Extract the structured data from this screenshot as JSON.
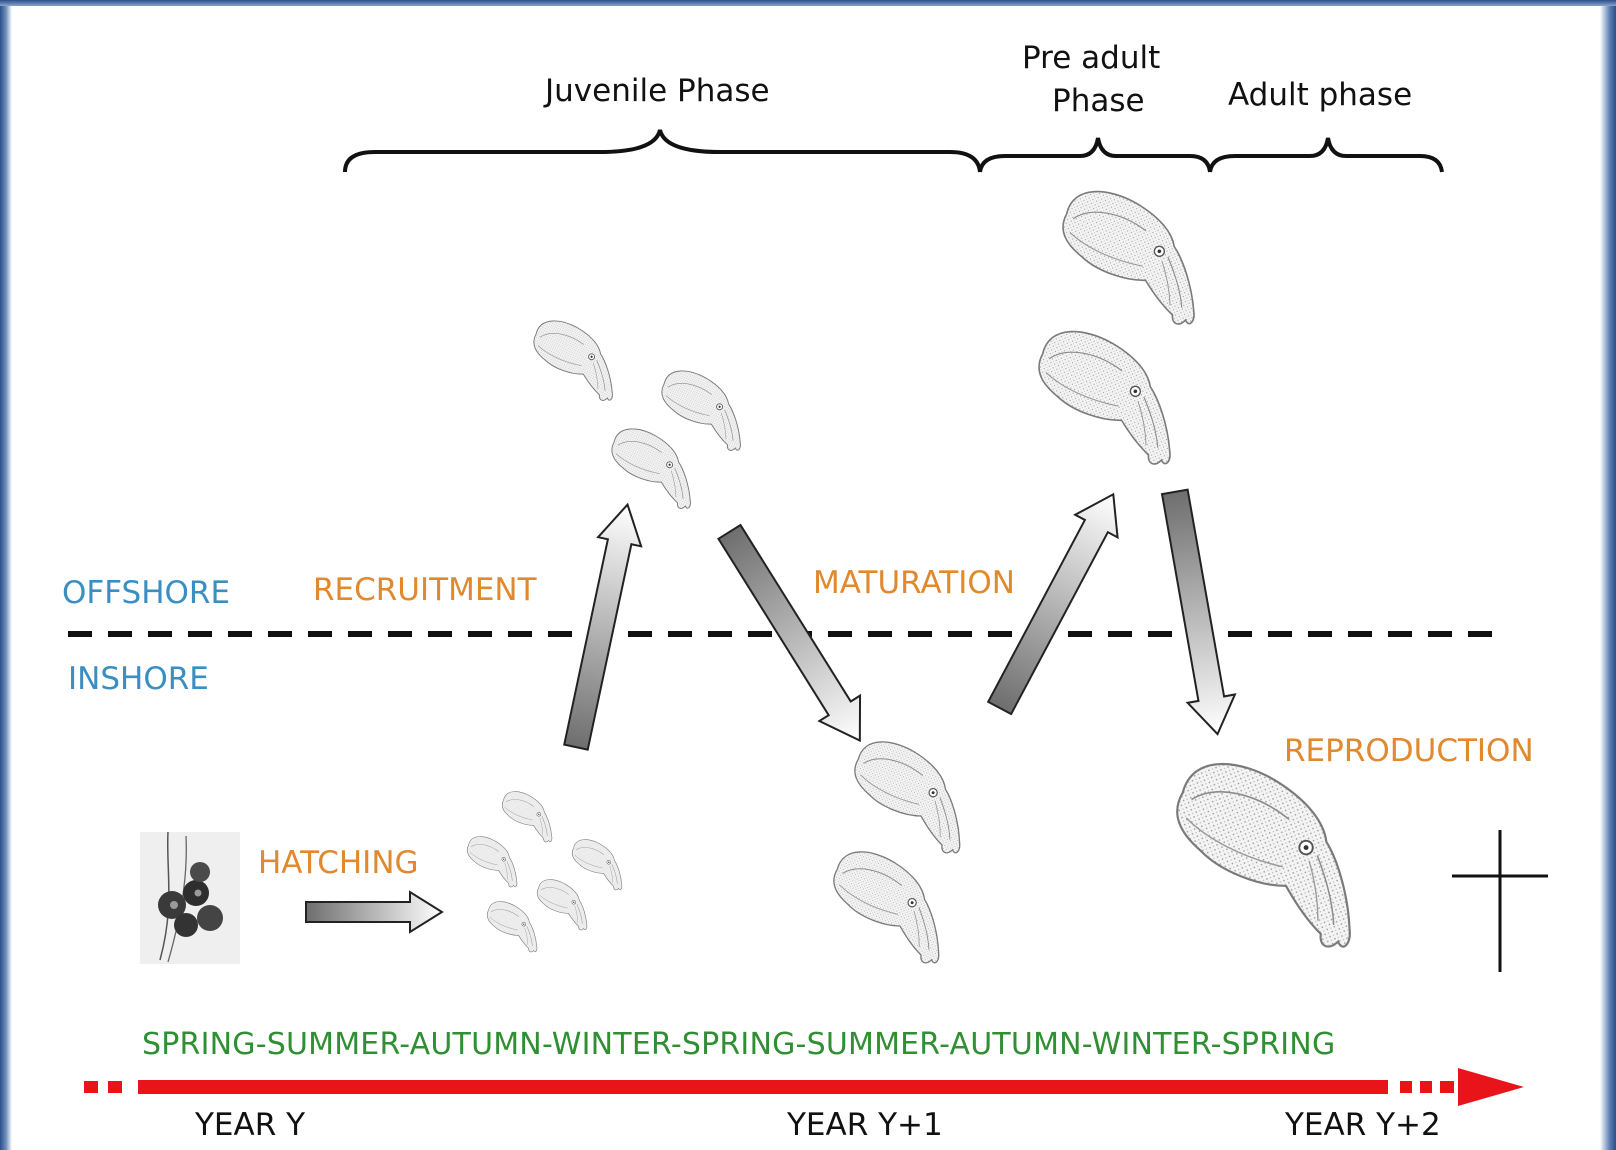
{
  "phases": {
    "juvenile": "Juvenile Phase",
    "pre_adult_line1": "Pre adult",
    "pre_adult_line2": "Phase",
    "adult": "Adult phase"
  },
  "zones": {
    "offshore": "OFFSHORE",
    "inshore": "INSHORE"
  },
  "events": {
    "recruitment": "RECRUITMENT",
    "maturation": "MATURATION",
    "hatching": "HATCHING",
    "reproduction": "REPRODUCTION"
  },
  "timeline": {
    "seasons": "SPRING-SUMMER-AUTUMN-WINTER-SPRING-SUMMER-AUTUMN-WINTER-SPRING",
    "years": [
      "YEAR Y",
      "YEAR Y+1",
      "YEAR Y+2"
    ]
  },
  "colors": {
    "phase_text": "#111111",
    "zone_text": "#3a8fc2",
    "event_text": "#e0892e",
    "season_text": "#2f8f32",
    "timeline_arrow": "#e8141a"
  },
  "icons": [
    "egg-cluster-icon",
    "cuttlefish-icon",
    "death-cross-icon"
  ]
}
